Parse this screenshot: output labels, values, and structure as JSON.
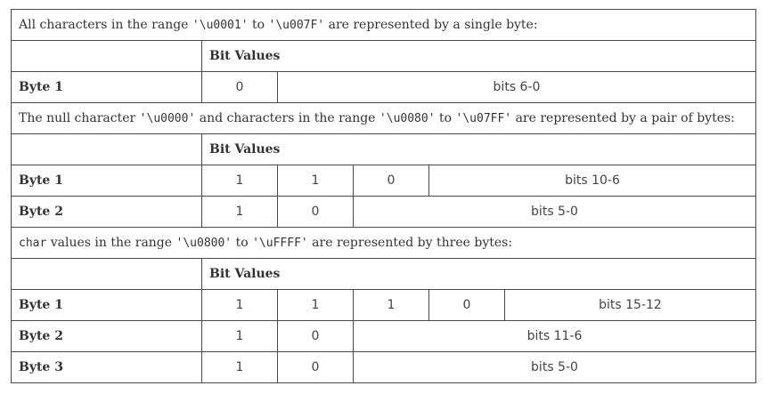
{
  "s1": {
    "caption": {
      "a": "All characters in the range ",
      "c1": "'\\u0001'",
      "b": " to ",
      "c2": "'\\u007F'",
      "d": " are represented by a single byte:"
    },
    "bit_values": "Bit Values",
    "rows": [
      {
        "label": "Byte 1",
        "cells": [
          "0"
        ],
        "bits": "bits 6-0"
      }
    ]
  },
  "s2": {
    "caption": {
      "a": "The null character ",
      "c1": "'\\u0000'",
      "b": " and characters in the range ",
      "c2": "'\\u0080'",
      "c": " to ",
      "c3": "'\\u07FF'",
      "d": " are represented by a pair of bytes:"
    },
    "bit_values": "Bit Values",
    "rows": [
      {
        "label": "Byte 1",
        "cells": [
          "1",
          "1",
          "0"
        ],
        "bits": "bits 10-6"
      },
      {
        "label": "Byte 2",
        "cells": [
          "1",
          "0"
        ],
        "bits": "bits 5-0"
      }
    ]
  },
  "s3": {
    "caption": {
      "c0": "char",
      "a": " values in the range ",
      "c1": "'\\u0800'",
      "b": " to ",
      "c2": "'\\uFFFF'",
      "d": " are represented by three bytes:"
    },
    "bit_values": "Bit Values",
    "rows": [
      {
        "label": "Byte 1",
        "cells": [
          "1",
          "1",
          "1",
          "0"
        ],
        "bits": "bits 15-12"
      },
      {
        "label": "Byte 2",
        "cells": [
          "1",
          "0"
        ],
        "bits": "bits 11-6"
      },
      {
        "label": "Byte 3",
        "cells": [
          "1",
          "0"
        ],
        "bits": "bits 5-0"
      }
    ]
  }
}
